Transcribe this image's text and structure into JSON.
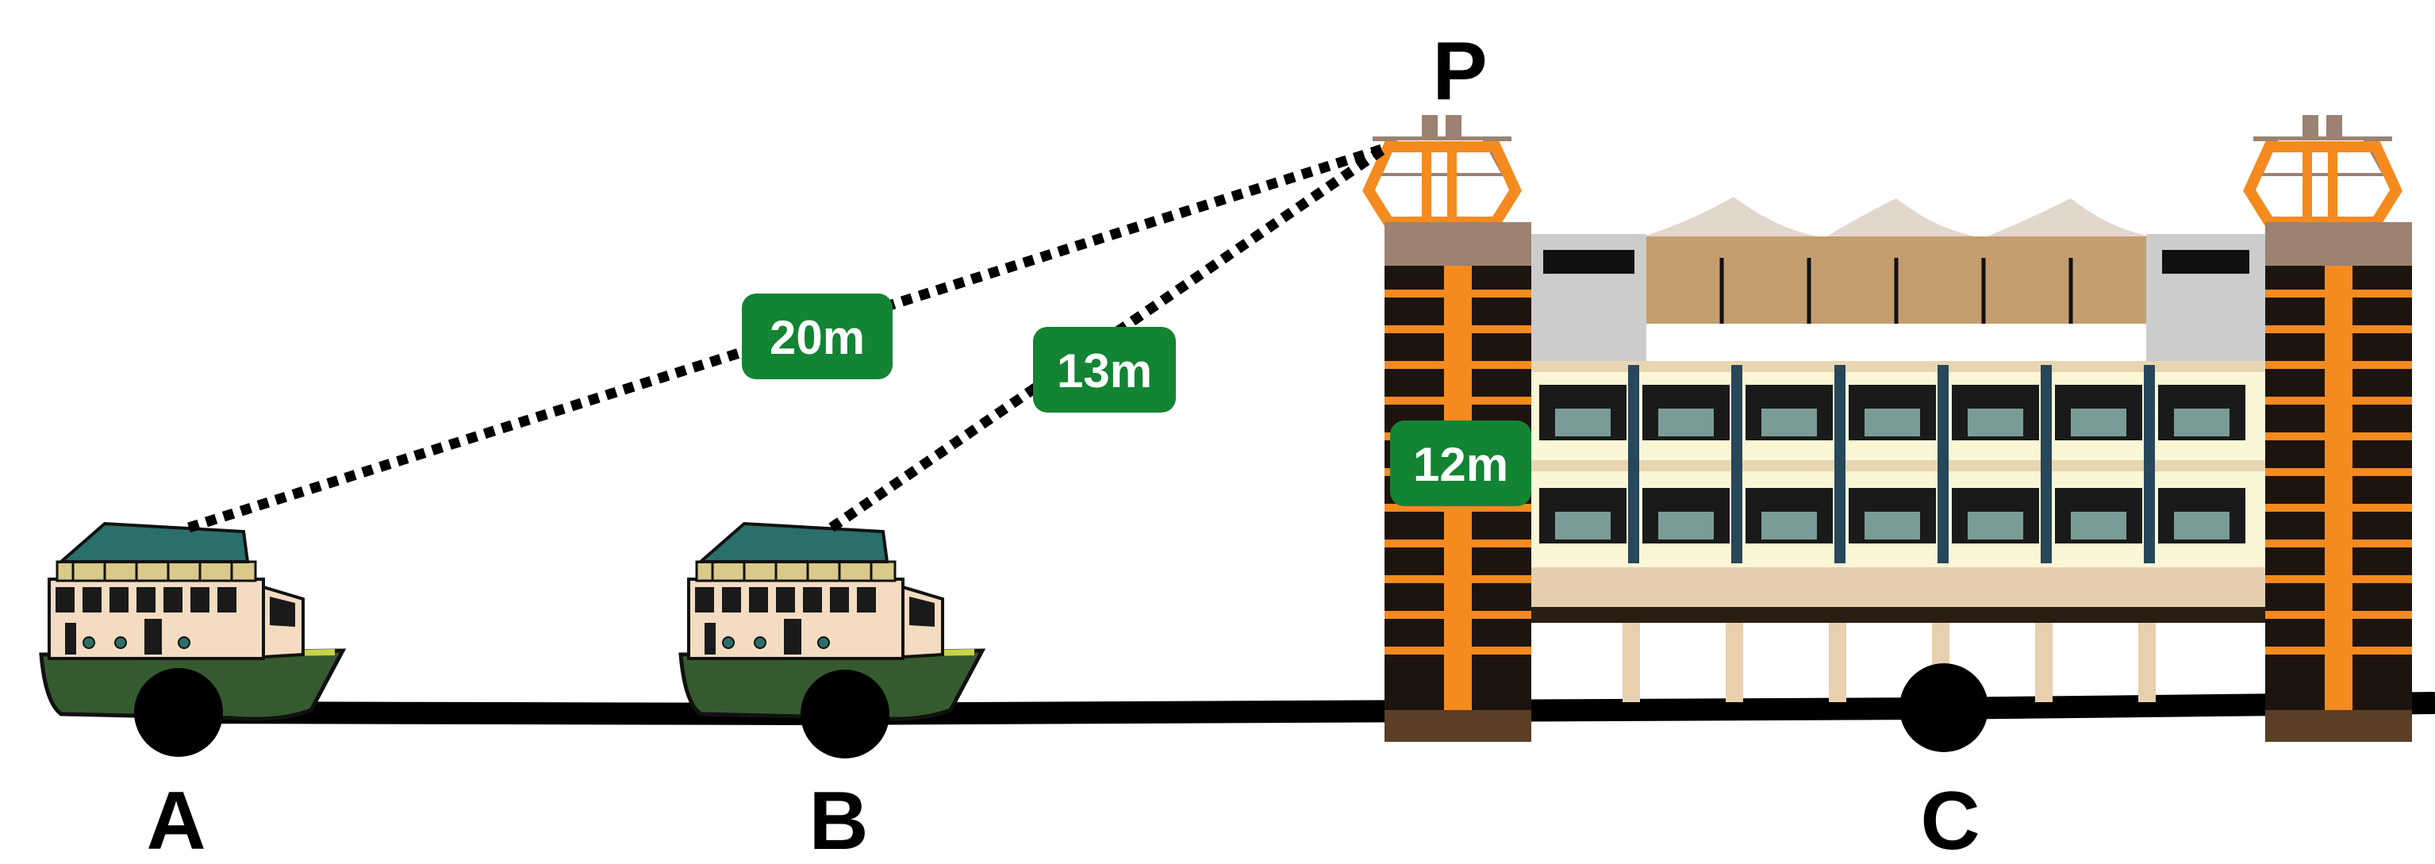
{
  "points": {
    "A": "A",
    "B": "B",
    "C": "C",
    "P": "P"
  },
  "distances": {
    "AP": "20m",
    "BP": "13m",
    "height": "12m"
  },
  "colors": {
    "badge": "#128433",
    "line": "#000000",
    "tower_orange": "#f58a1f",
    "boat_hull": "#365a2f",
    "boat_roof": "#2a6f6a"
  },
  "icons": {
    "boat": "houseboat-icon",
    "building": "tower-building-icon"
  }
}
